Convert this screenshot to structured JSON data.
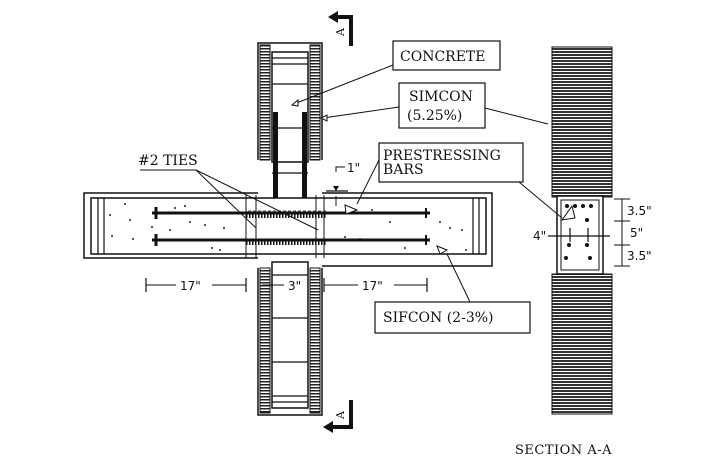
{
  "diagram": {
    "labels": {
      "concrete": "CONCRETE",
      "simcon_line1": "SIMCON",
      "simcon_line2": "(5.25%)",
      "ties": "#2 TIES",
      "prestressing_line1": "PRESTRESSING",
      "prestressing_line2": "BARS",
      "sifcon": "SIFCON (2-3%)",
      "section_title": "SECTION A-A",
      "section_marker": "A"
    },
    "dimensions": {
      "cover": "1\"",
      "left_span": "17\"",
      "column_width": "3\"",
      "right_span": "17\"",
      "section_width": "4\"",
      "section_top": "3.5\"",
      "section_mid": "5\"",
      "section_bottom": "3.5\""
    }
  }
}
